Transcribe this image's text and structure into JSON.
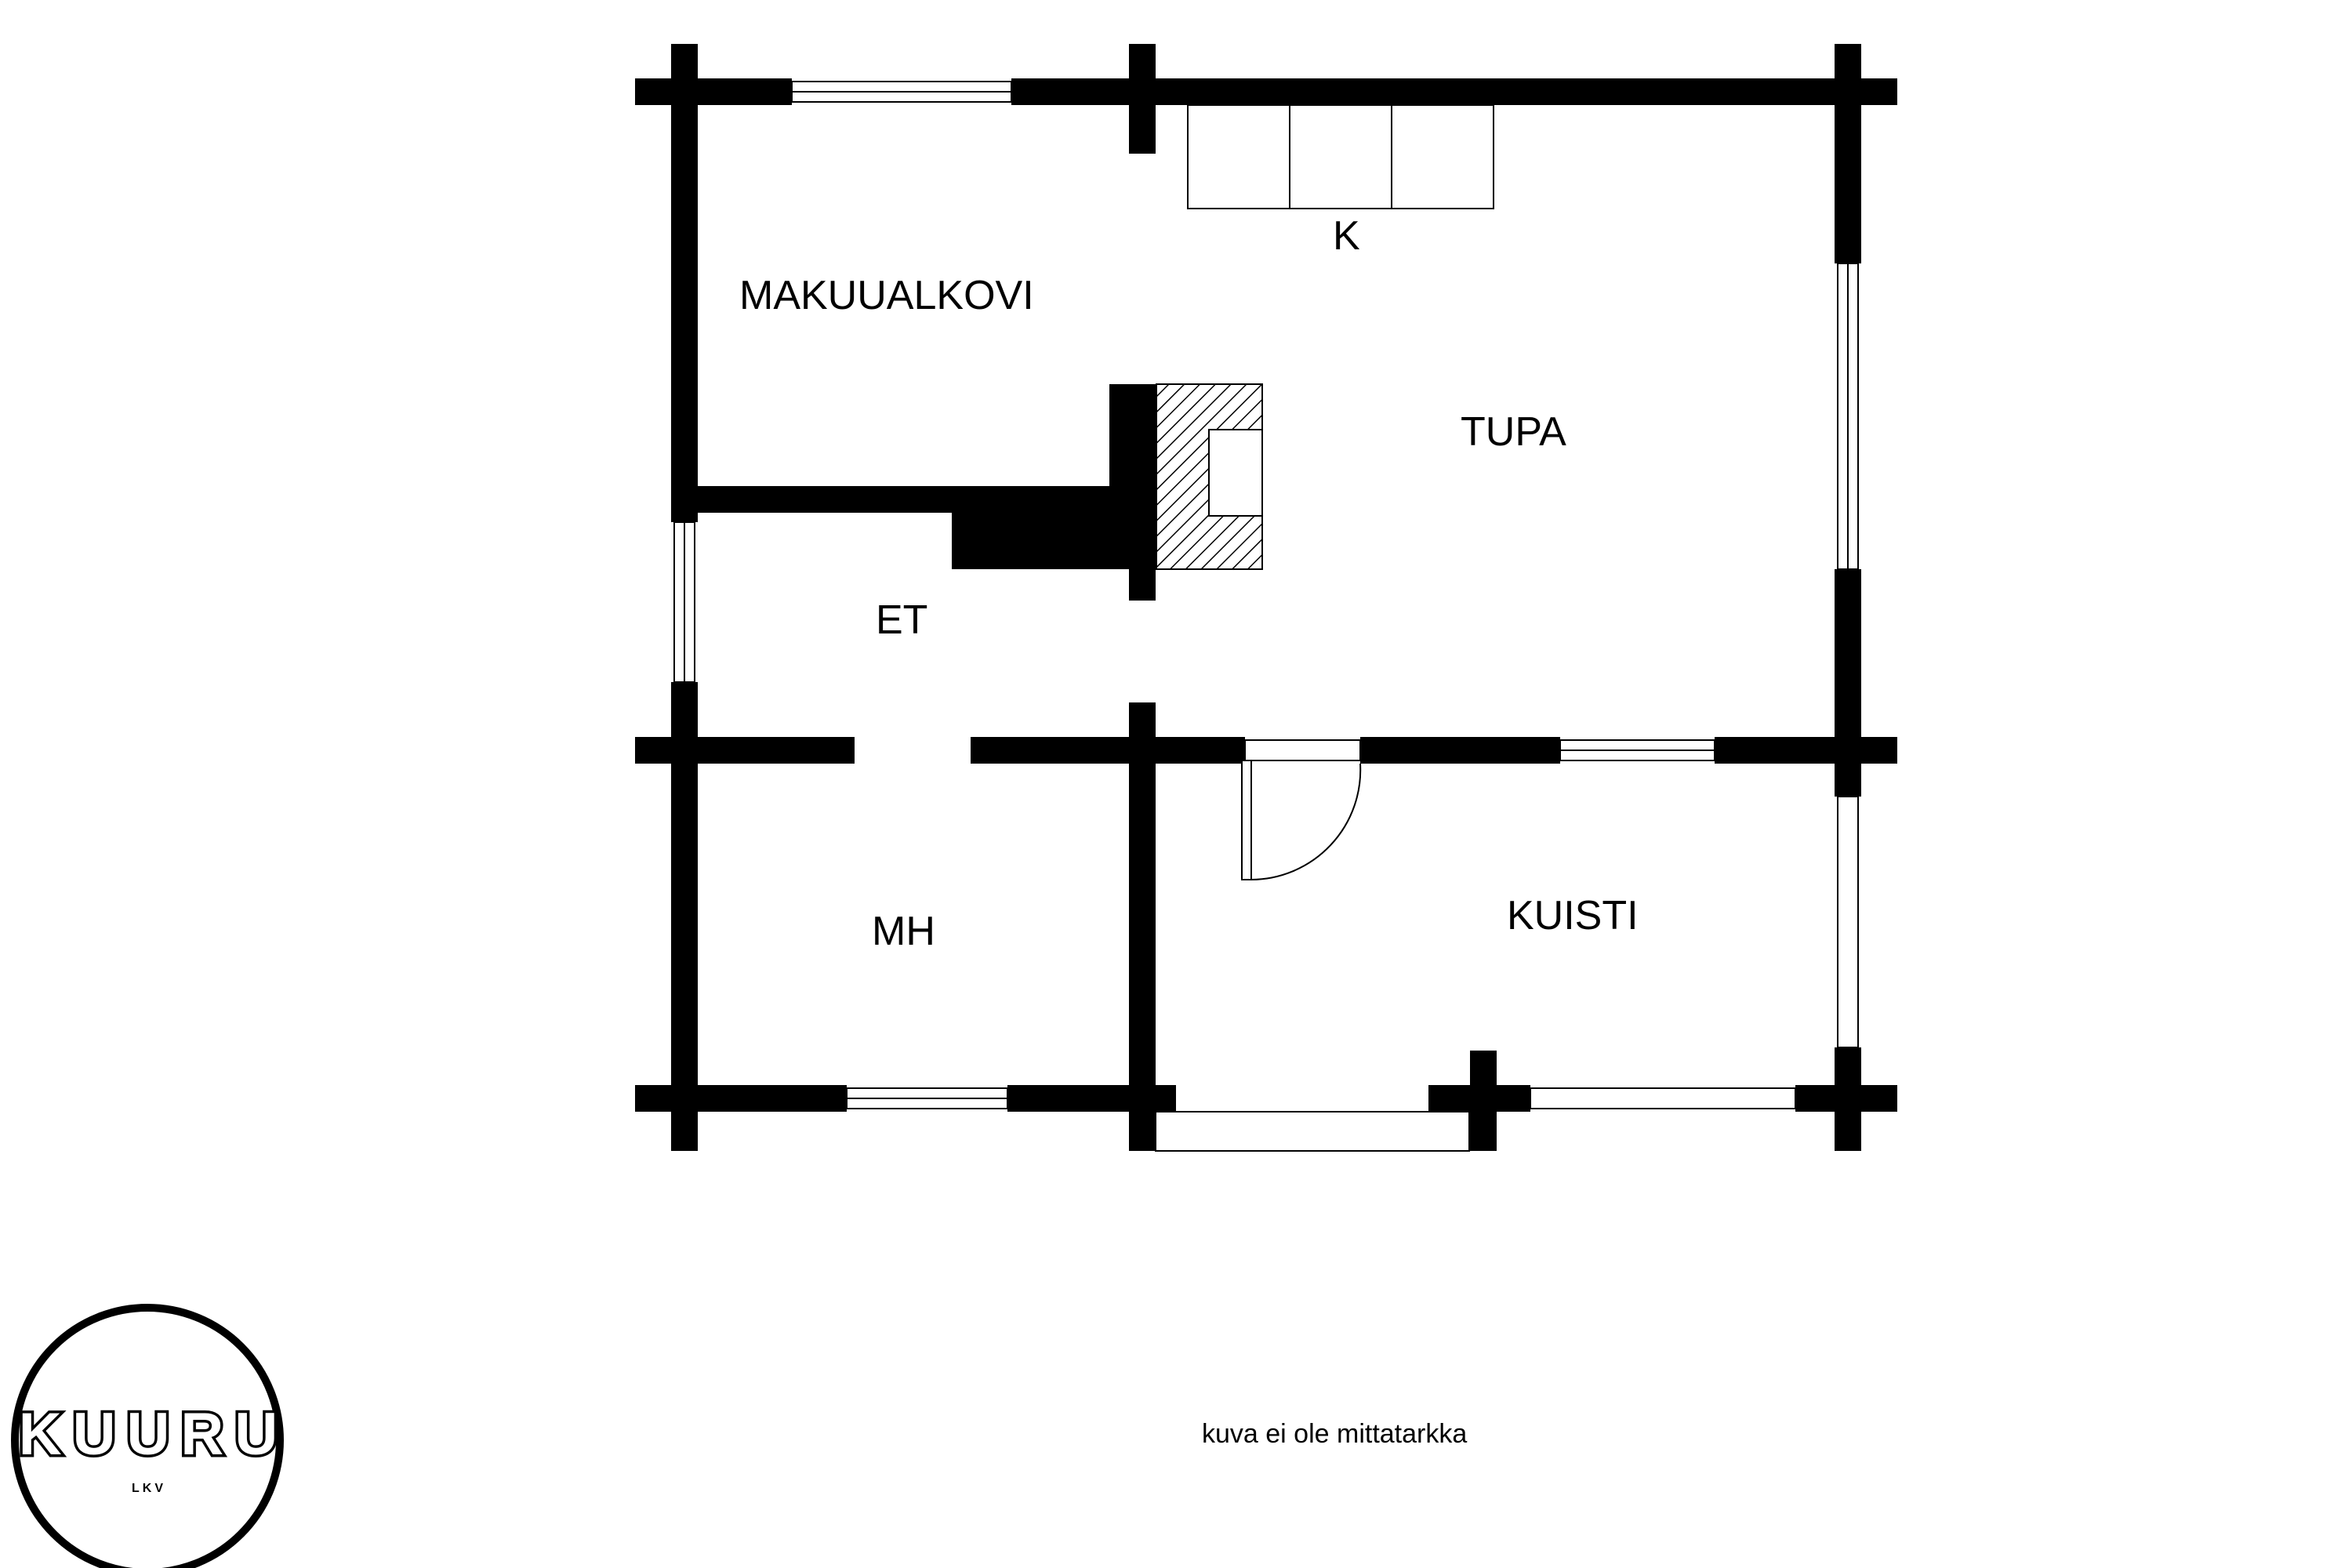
{
  "rooms": {
    "makuualkovi": "MAKUUALKOVI",
    "k": "K",
    "tupa": "TUPA",
    "et": "ET",
    "mh": "MH",
    "kuisti": "KUISTI"
  },
  "note": "kuva ei ole mittatarkka",
  "logo": {
    "name": "KUURU",
    "sub": "LKV"
  },
  "colors": {
    "wall": "#000000",
    "background": "#ffffff"
  }
}
